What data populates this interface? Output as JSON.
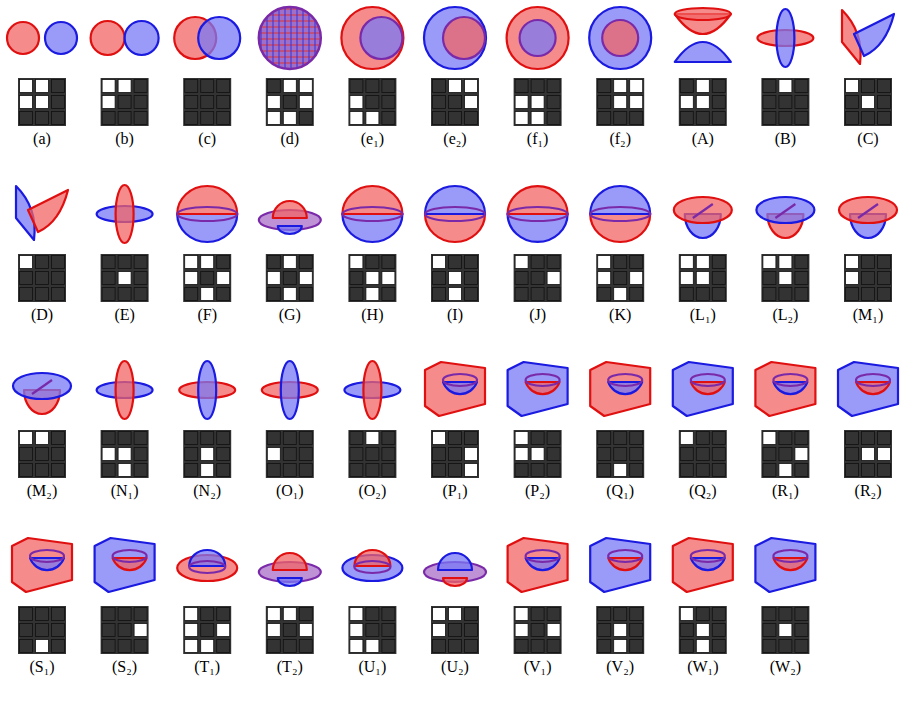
{
  "diagram": {
    "labels": [
      "(a)",
      "(b)",
      "(c)",
      "(d)",
      "(e₁)",
      "(e₂)",
      "(f₁)",
      "(f₂)",
      "(A)",
      "(B)",
      "(C)",
      "(D)",
      "(E)",
      "(F)",
      "(G)",
      "(H)",
      "(I)",
      "(J)",
      "(K)",
      "(L₁)",
      "(L₂)",
      "(M₁)",
      "(M₂)",
      "(N₁)",
      "(N₂)",
      "(O₁)",
      "(O₂)",
      "(P₁)",
      "(P₂)",
      "(Q₁)",
      "(Q₂)",
      "(R₁)",
      "(R₂)",
      "(S₁)",
      "(S₂)",
      "(T₁)",
      "(T₂)",
      "(U₁)",
      "(U₂)",
      "(V₁)",
      "(V₂)",
      "(W₁)",
      "(W₂)"
    ]
  }
}
